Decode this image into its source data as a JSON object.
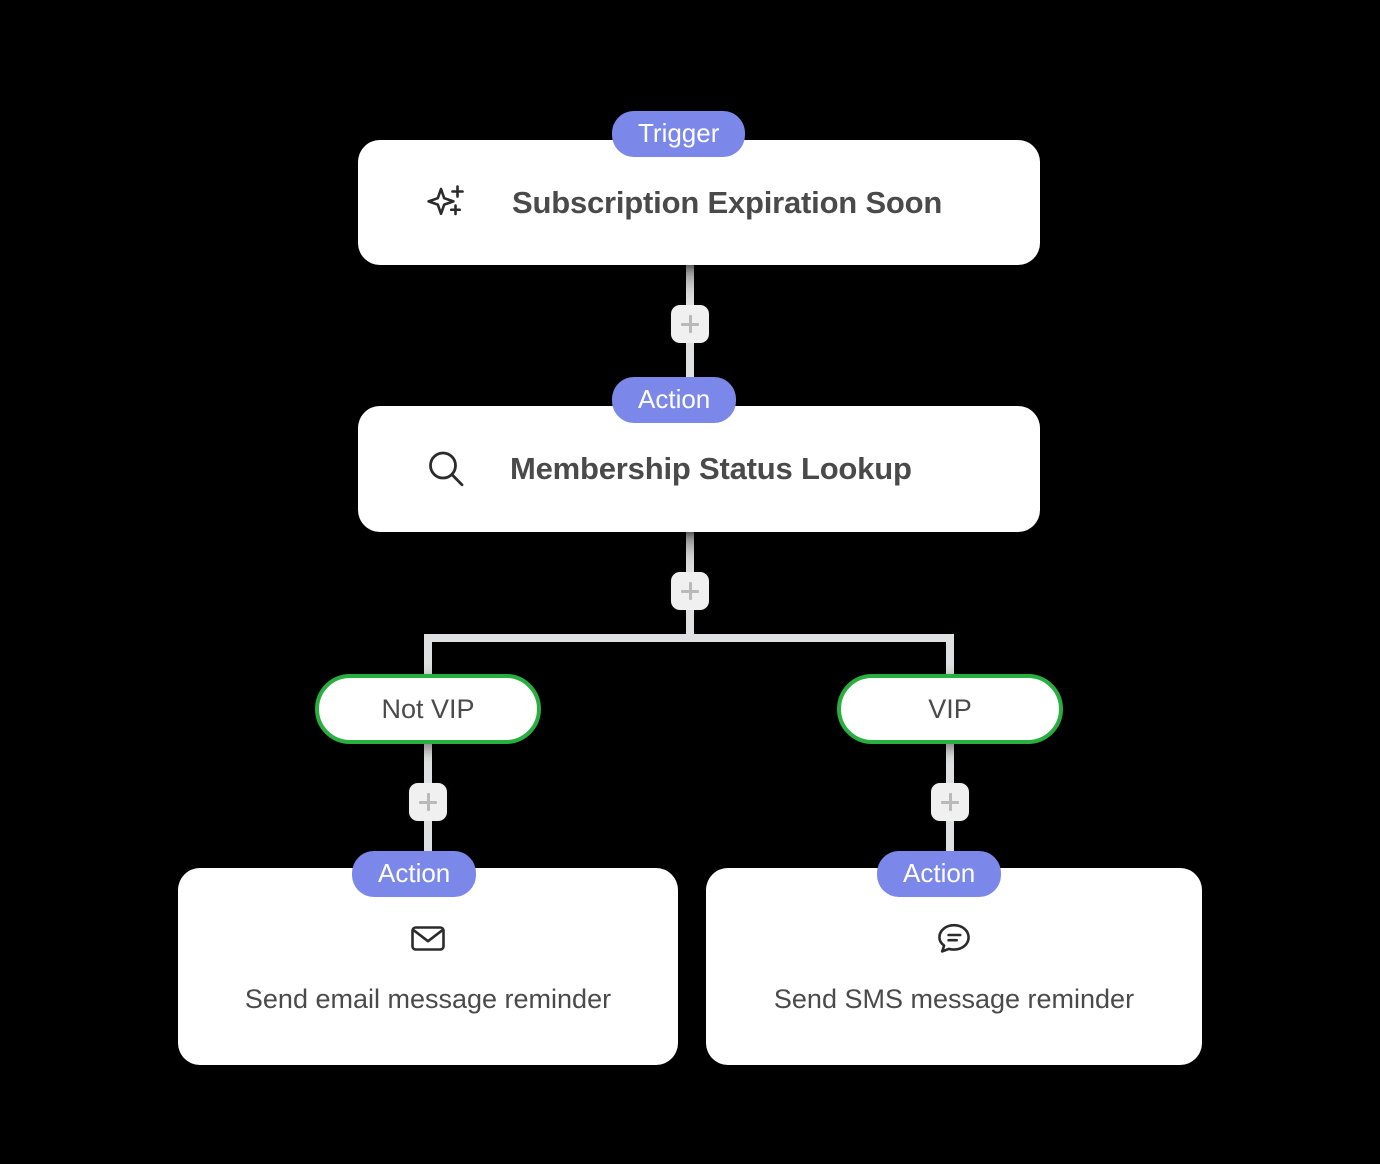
{
  "theme": {
    "background": "#000000",
    "card_bg": "#ffffff",
    "badge_bg": "#7b88ea",
    "badge_text": "#ffffff",
    "branch_border": "#28af3f",
    "connector": "#dfe0e1",
    "plus_bg": "#f0f0f0",
    "plus_glyph": "#b9b9b9",
    "text": "#4a4a4a"
  },
  "flow": {
    "trigger": {
      "badge": "Trigger",
      "title": "Subscription Expiration Soon",
      "icon": "sparkle-icon"
    },
    "lookup": {
      "badge": "Action",
      "title": "Membership Status Lookup",
      "icon": "search-icon"
    },
    "branches": [
      {
        "label": "Not VIP",
        "action": {
          "badge": "Action",
          "label": "Send email message reminder",
          "icon": "envelope-icon"
        }
      },
      {
        "label": "VIP",
        "action": {
          "badge": "Action",
          "label": "Send SMS message reminder",
          "icon": "chat-bubble-icon"
        }
      }
    ],
    "add_buttons": [
      {
        "name": "add-step-after-trigger",
        "glyph": "+"
      },
      {
        "name": "add-step-after-lookup",
        "glyph": "+"
      },
      {
        "name": "add-step-after-not-vip",
        "glyph": "+"
      },
      {
        "name": "add-step-after-vip",
        "glyph": "+"
      }
    ]
  }
}
